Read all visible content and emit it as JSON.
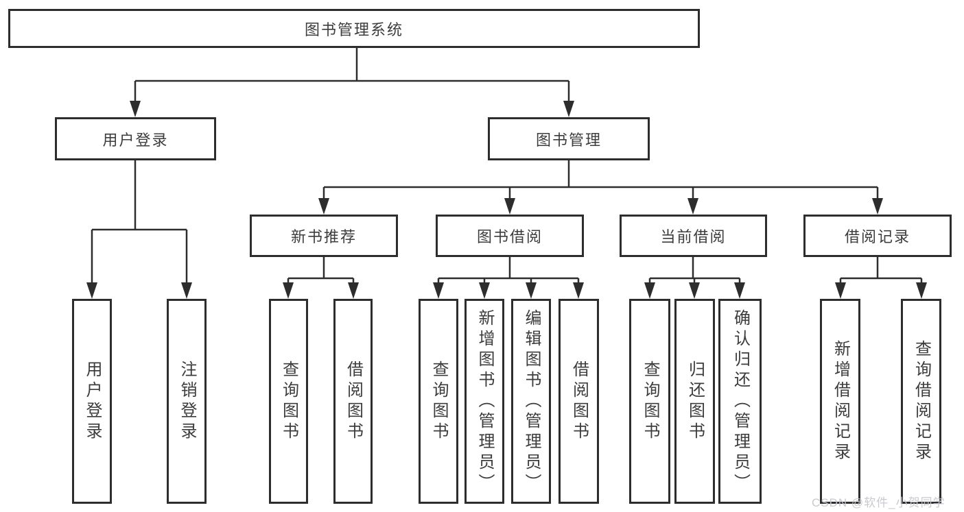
{
  "colors": {
    "line": "#2d2d2d",
    "box_border": "#2d2d2d",
    "text": "#3c3c3c",
    "background": "#ffffff",
    "watermark": "#c6c6cd"
  },
  "tree": {
    "root": "图书管理系统",
    "branches": [
      {
        "label": "用户登录",
        "children": [
          "用户登录",
          "注销登录"
        ]
      },
      {
        "label": "图书管理",
        "sections": [
          {
            "label": "新书推荐",
            "children": [
              "查询图书",
              "借阅图书"
            ]
          },
          {
            "label": "图书借阅",
            "children": [
              "查询图书",
              "新增图书（管理员）",
              "编辑图书（管理员）",
              "借阅图书"
            ]
          },
          {
            "label": "当前借阅",
            "children": [
              "查询图书",
              "归还图书",
              "确认归还（管理员）"
            ]
          },
          {
            "label": "借阅记录",
            "children": [
              "新增借阅记录",
              "查询借阅记录"
            ]
          }
        ]
      }
    ]
  },
  "watermark": {
    "text": "CSDN @软件_小贺同学"
  }
}
